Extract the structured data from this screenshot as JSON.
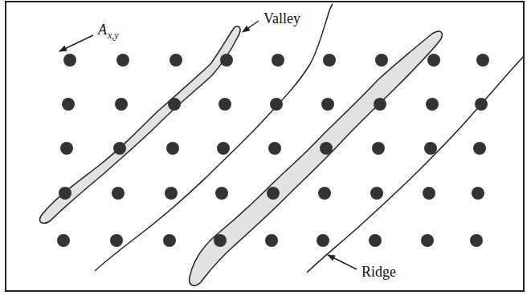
{
  "diagram": {
    "labels": [
      "A",
      "x,y",
      "Valley",
      "Ridge"
    ]
  }
}
